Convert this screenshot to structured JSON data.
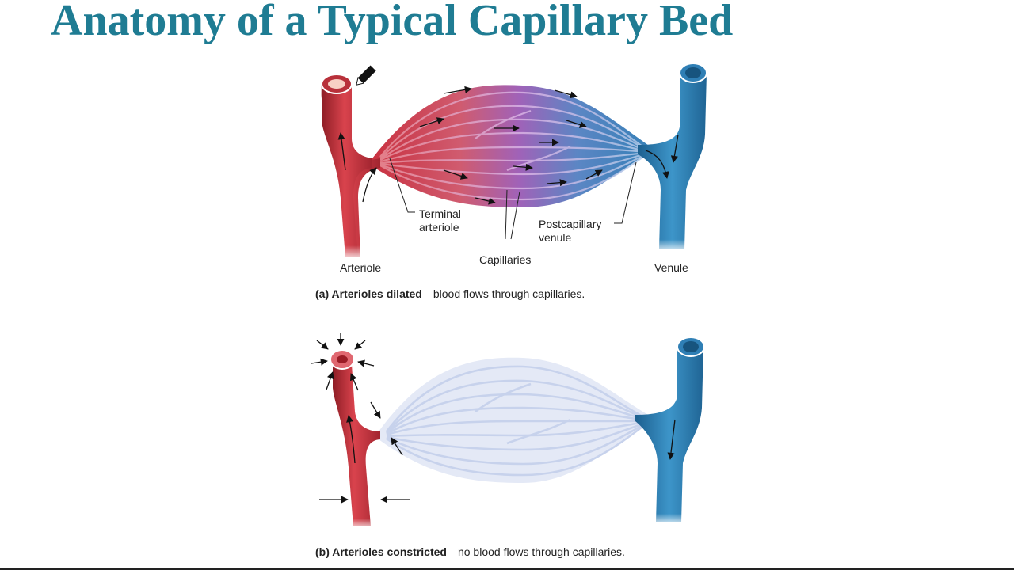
{
  "slide": {
    "title": "Anatomy of a Typical Capillary Bed"
  },
  "panel_a": {
    "labels": {
      "terminal_arteriole_line1": "Terminal",
      "terminal_arteriole_line2": "arteriole",
      "postcapillary_venule_line1": "Postcapillary",
      "postcapillary_venule_line2": "venule",
      "capillaries": "Capillaries",
      "arteriole": "Arteriole",
      "venule": "Venule"
    },
    "caption": {
      "prefix": "(a) ",
      "bold": "Arterioles dilated",
      "rest": "—blood flows through capillaries."
    }
  },
  "panel_b": {
    "caption": {
      "prefix": "(b) ",
      "bold": "Arterioles constricted",
      "rest": "—no blood flows through capillaries."
    }
  },
  "colors": {
    "title": "#1f7c93",
    "artery_red": "#c8303b",
    "vein_blue": "#2f7fb5",
    "capillary_purple": "#a561b8",
    "capillary_pale": "#d4dcef"
  }
}
